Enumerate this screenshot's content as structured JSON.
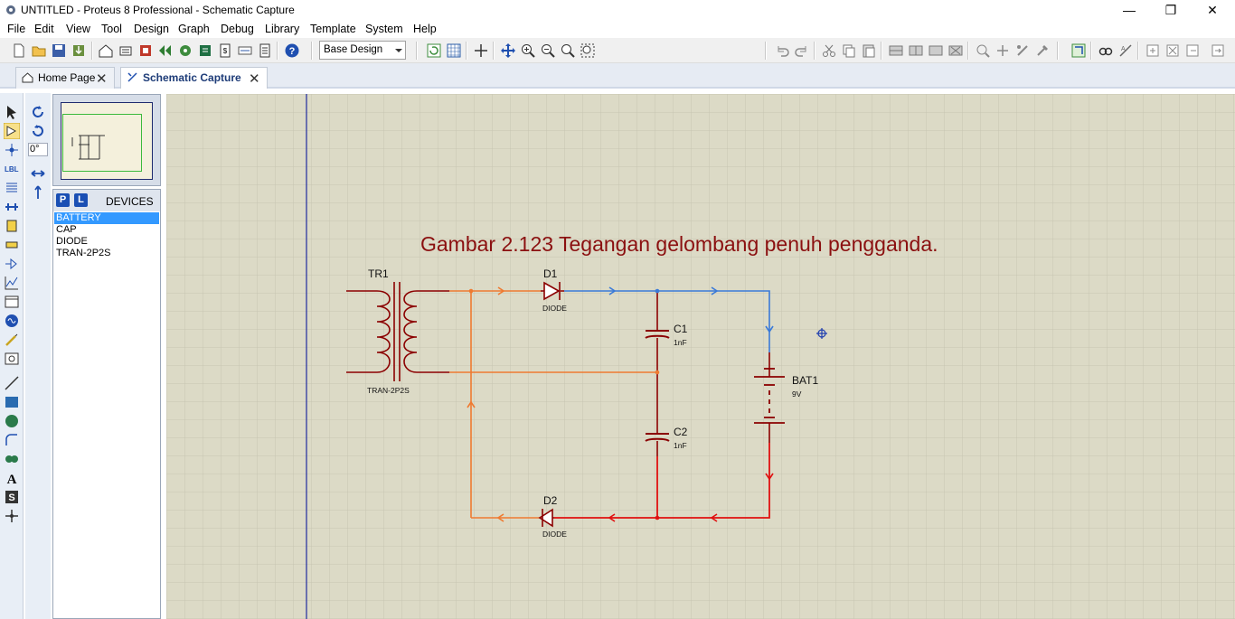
{
  "window": {
    "title": "UNTITLED - Proteus 8 Professional - Schematic Capture",
    "controls": [
      "—",
      "❐",
      "✕"
    ]
  },
  "menu": [
    "File",
    "Edit",
    "View",
    "Tool",
    "Design",
    "Graph",
    "Debug",
    "Library",
    "Template",
    "System",
    "Help"
  ],
  "toolbar": {
    "design_select": "Base Design"
  },
  "tabs": [
    {
      "label": "Home Page",
      "close": "✕"
    },
    {
      "label": "Schematic Capture",
      "close": "✕"
    }
  ],
  "left_toolbar": {
    "rotation_value": "0°"
  },
  "devices": {
    "p_label": "P",
    "l_label": "L",
    "title": "DEVICES",
    "items": [
      "BATTERY",
      "CAP",
      "DIODE",
      "TRAN-2P2S"
    ]
  },
  "schematic": {
    "caption": "Gambar 2.123 Tegangan gelombang penuh pengganda.",
    "tr1_name": "TR1",
    "tr1_type": "TRAN-2P2S",
    "d1_name": "D1",
    "d1_type": "DIODE",
    "d2_name": "D2",
    "d2_type": "DIODE",
    "c1_name": "C1",
    "c1_value": "1nF",
    "c2_name": "C2",
    "c2_value": "1nF",
    "bat1_name": "BAT1",
    "bat1_value": "9V"
  },
  "colors": {
    "grid_bg": "#dcdac6",
    "grid_line": "#c7c5b2",
    "component": "#8b0000",
    "wire_orange": "#ef7a30",
    "wire_blue": "#3a7ad8",
    "wire_red": "#e01010",
    "caption": "#8b1010"
  }
}
